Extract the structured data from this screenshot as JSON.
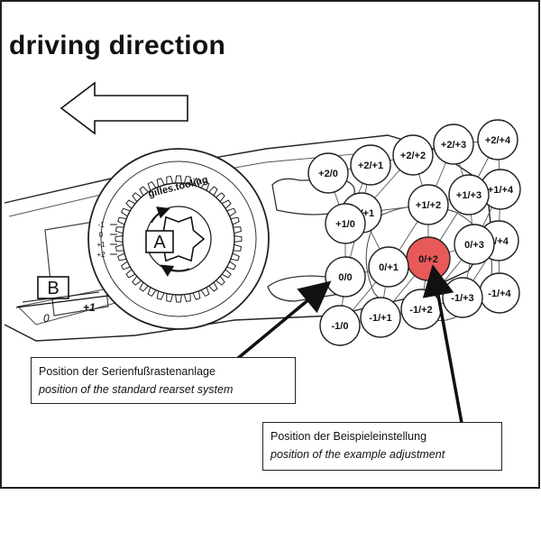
{
  "title": "driving direction",
  "labels": {
    "a": "A",
    "b": "B",
    "brand": "gilles.tooling",
    "scale_0": "0",
    "scale_plus1": "+1",
    "eccentric_ticks": [
      "-1",
      "0",
      "+1",
      "+2"
    ]
  },
  "positions": [
    {
      "label": "+2/+4"
    },
    {
      "label": "+2/+3"
    },
    {
      "label": "+2/+2"
    },
    {
      "label": "+2/+1"
    },
    {
      "label": "+2/0"
    },
    {
      "label": "+1/+4"
    },
    {
      "label": "+1/+3"
    },
    {
      "label": "+1/+2"
    },
    {
      "label": "+1/+1"
    },
    {
      "label": "+1/0"
    },
    {
      "label": "0/+4"
    },
    {
      "label": "0/+3"
    },
    {
      "label": "0/+2",
      "highlight": true
    },
    {
      "label": "0/+1"
    },
    {
      "label": "0/0"
    },
    {
      "label": "-1/+4"
    },
    {
      "label": "-1/+3"
    },
    {
      "label": "-1/+2"
    },
    {
      "label": "-1/+1"
    },
    {
      "label": "-1/0"
    }
  ],
  "callouts": {
    "standard": {
      "de": "Position der Serienfußrastenanlage",
      "en": "position of the standard rearset system"
    },
    "example": {
      "de": "Position der Beispieleinstellung",
      "en": "position of the example adjustment"
    }
  },
  "colors": {
    "highlight": "#e8595a",
    "line": "#222222"
  }
}
